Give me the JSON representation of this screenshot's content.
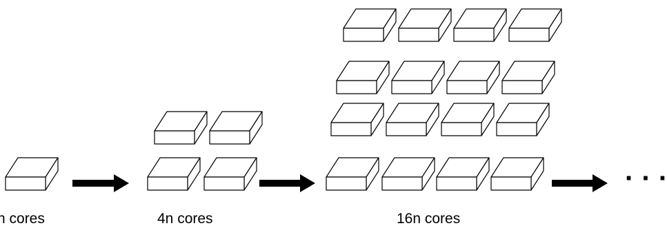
{
  "stages": [
    {
      "label": "n cores"
    },
    {
      "label": "4n cores"
    },
    {
      "label": "16n cores"
    }
  ],
  "ellipsis": "· · ·",
  "colors": {
    "stroke": "#000000",
    "fill": "#ffffff",
    "arrow": "#000000"
  }
}
